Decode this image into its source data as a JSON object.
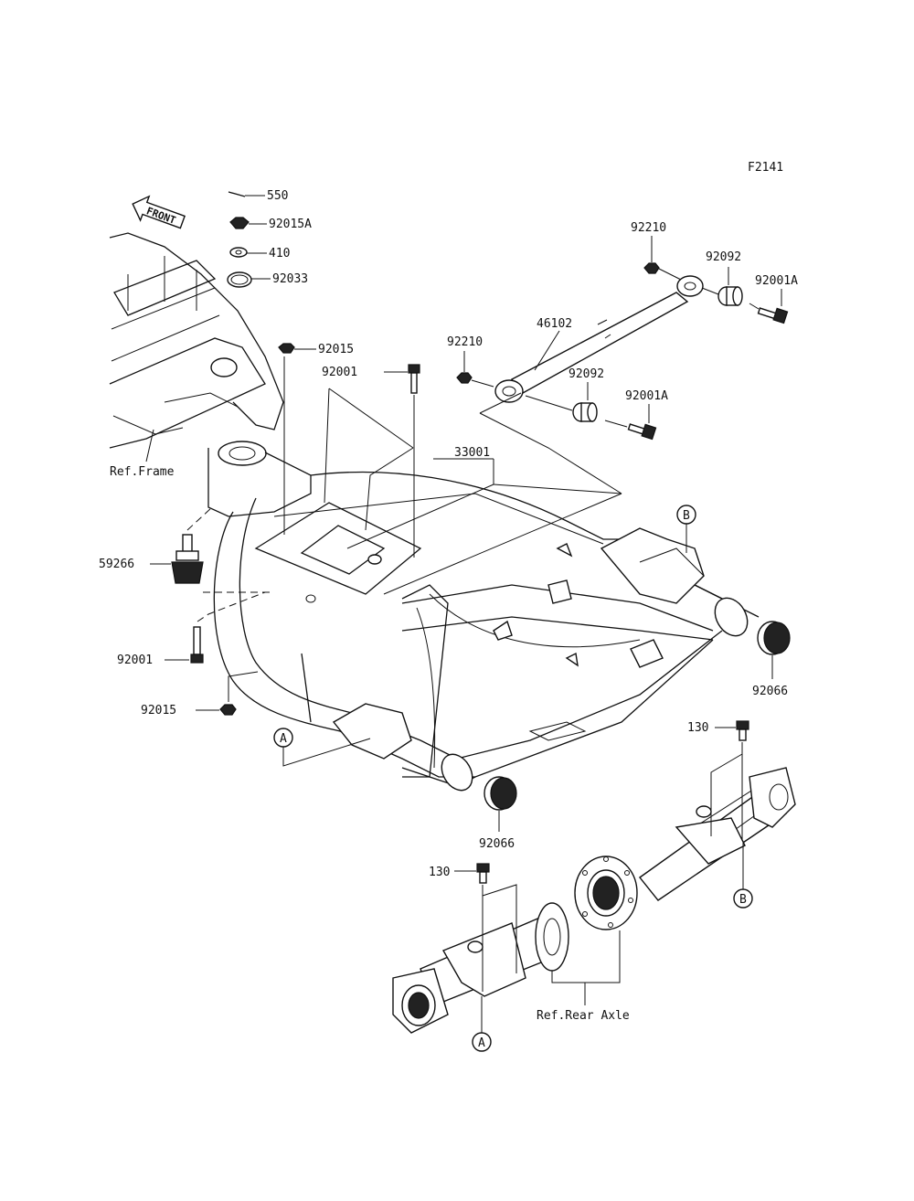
{
  "figure_code": "F2141",
  "front_badge": "FRONT",
  "parts": {
    "p550": "550",
    "p92015A": "92015A",
    "p410": "410",
    "p92033": "92033",
    "p92015_top": "92015",
    "p92001_top": "92001",
    "p33001": "33001",
    "p59266": "59266",
    "p92001_left": "92001",
    "p92015_left": "92015",
    "p92210_top": "92210",
    "p92092_top": "92092",
    "p92001A_top": "92001A",
    "p46102": "46102",
    "p92210_mid": "92210",
    "p92092_mid": "92092",
    "p92001A_mid": "92001A",
    "p92066_right": "92066",
    "p92066_bottom": "92066",
    "p130_right": "130",
    "p130_left": "130"
  },
  "refs": {
    "frame": "Ref.Frame",
    "rear_axle": "Ref.Rear Axle"
  },
  "markers": {
    "a_top": "A",
    "a_bottom": "A",
    "b_top": "B",
    "b_bottom": "B"
  }
}
